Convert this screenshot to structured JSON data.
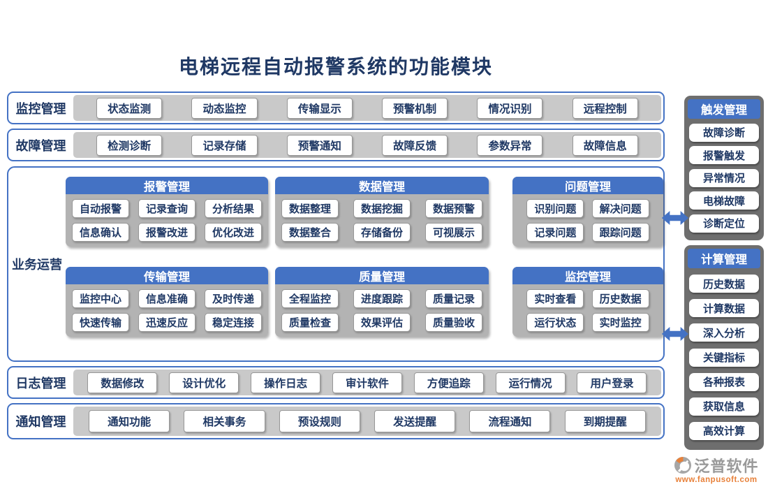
{
  "title": "电梯远程自动报警系统的功能模块",
  "top_bands": [
    {
      "key": "monitoring-management",
      "label": "监控管理",
      "buttons": [
        "状态监测",
        "动态监控",
        "传输显示",
        "预警机制",
        "情况识别",
        "远程控制"
      ]
    },
    {
      "key": "fault-management",
      "label": "故障管理",
      "buttons": [
        "检测诊断",
        "记录存储",
        "预警通知",
        "故障反馈",
        "参数异常",
        "故障信息"
      ]
    }
  ],
  "business": {
    "key": "business-operations",
    "label": "业务运营",
    "cards": [
      {
        "key": "alarm-management",
        "title": "报警管理",
        "button_rows": [
          [
            "自动报警",
            "记录查询",
            "分析结果"
          ],
          [
            "信息确认",
            "报警改进",
            "优化改进"
          ]
        ]
      },
      {
        "key": "data-management",
        "title": "数据管理",
        "button_rows": [
          [
            "数据整理",
            "数据挖掘",
            "数据预警"
          ],
          [
            "数据整合",
            "存储备份",
            "可视展示"
          ]
        ]
      },
      {
        "key": "problem-management",
        "title": "问题管理",
        "button_rows": [
          [
            "识别问题",
            "解决问题"
          ],
          [
            "记录问题",
            "跟踪问题"
          ]
        ]
      },
      {
        "key": "transmission-management",
        "title": "传输管理",
        "button_rows": [
          [
            "监控中心",
            "信息准确",
            "及时传递"
          ],
          [
            "快速传输",
            "迅速反应",
            "稳定连接"
          ]
        ]
      },
      {
        "key": "quality-management",
        "title": "质量管理",
        "button_rows": [
          [
            "全程监控",
            "进度跟踪",
            "质量记录"
          ],
          [
            "质量检查",
            "效果评估",
            "质量验收"
          ]
        ]
      },
      {
        "key": "monitoring-management-inner",
        "title": "监控管理",
        "button_rows": [
          [
            "实时查看",
            "历史数据"
          ],
          [
            "运行状态",
            "实时监控"
          ]
        ]
      }
    ]
  },
  "bottom_bands": [
    {
      "key": "log-management",
      "label": "日志管理",
      "buttons": [
        "数据修改",
        "设计优化",
        "操作日志",
        "审计软件",
        "方便追踪",
        "运行情况",
        "用户登录"
      ]
    },
    {
      "key": "notification-management",
      "label": "通知管理",
      "buttons": [
        "通知功能",
        "相关事务",
        "预设规则",
        "发送提醒",
        "流程通知",
        "到期提醒"
      ]
    }
  ],
  "sidebar": {
    "sections": [
      {
        "key": "trigger-management",
        "title": "触发管理",
        "items": [
          "故障诊断",
          "报警触发",
          "异常情况",
          "电梯故障",
          "诊断定位"
        ]
      },
      {
        "key": "computing-management",
        "title": "计算管理",
        "items": [
          "历史数据",
          "计算数据",
          "深入分析",
          "关键指标",
          "各种报表",
          "获取信息",
          "高效计算"
        ]
      }
    ]
  },
  "connectors": [
    "double-horizontal-arrow",
    "double-horizontal-arrow"
  ],
  "logo": {
    "name": "泛普软件",
    "url": "www.fanpusoft.com"
  },
  "colors": {
    "title_text": "#1f3864",
    "band_border": "#4472c4",
    "header_bg": "#4472c4",
    "header_text": "#ffffff",
    "button_text": "#1f3864",
    "tray_bg": "#c9c9c9",
    "card_bg": "#b3b3b3",
    "sidebar_bg": "#6e6e6e",
    "arrow": "#4472c4",
    "logo_text": "#9a9a9a",
    "logo_accent": "#e8813a"
  }
}
